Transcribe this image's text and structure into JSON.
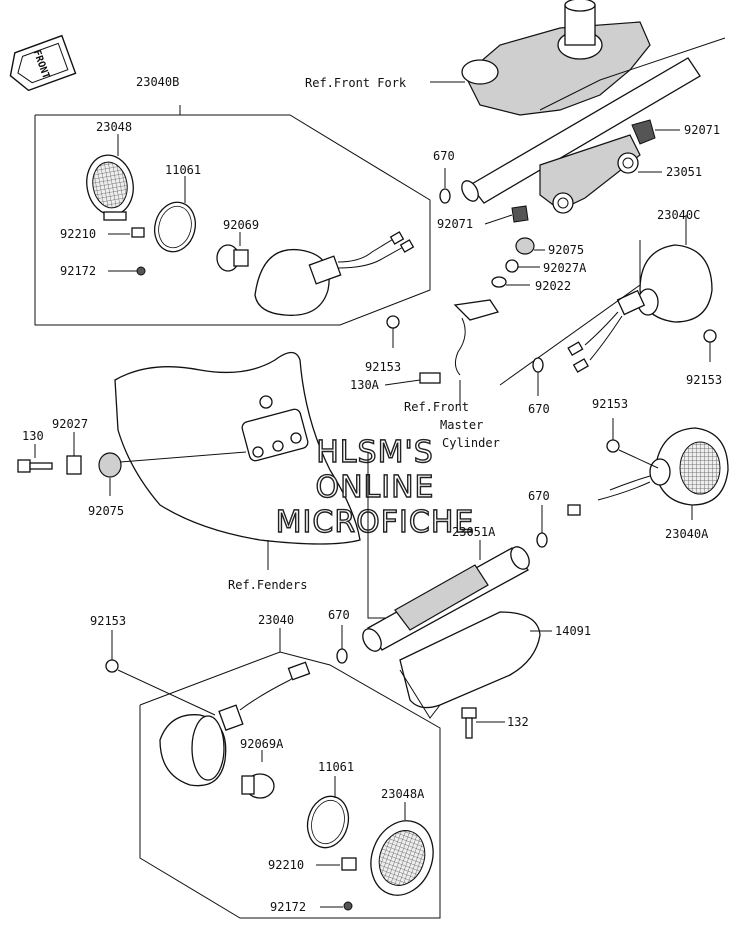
{
  "front_badge": "FRONT",
  "watermark": {
    "line1": "HLSM'S",
    "line2": "ONLINE",
    "line3": "MICROFICHE"
  },
  "labels": {
    "p23040B": "23040B",
    "p23048": "23048",
    "p11061_top": "11061",
    "p92210_top": "92210",
    "p92069": "92069",
    "p92172_top": "92172",
    "p670_a": "670",
    "ref_front_fork": "Ref.Front Fork",
    "p92071_top": "92071",
    "p23051": "23051",
    "p92071_mid": "92071",
    "p92075_mid": "92075",
    "p92027A": "92027A",
    "p92022": "92022",
    "p23040C": "23040C",
    "p92153_a": "92153",
    "p92153_b": "92153",
    "p130A": "130A",
    "ref_front_master_1": "Ref.Front",
    "ref_front_master_2": "Master",
    "ref_front_master_3": "Cylinder",
    "p670_b": "670",
    "p92153_c": "92153",
    "p130": "130",
    "p92027": "92027",
    "p92075_left": "92075",
    "p670_c": "670",
    "p23040A": "23040A",
    "p23051A": "23051A",
    "ref_fenders": "Ref.Fenders",
    "p92153_d": "92153",
    "p23040": "23040",
    "p670_d": "670",
    "p14091": "14091",
    "p132": "132",
    "p92069A": "92069A",
    "p11061_bot": "11061",
    "p23048A": "23048A",
    "p92210_bot": "92210",
    "p92172_bot": "92172"
  }
}
